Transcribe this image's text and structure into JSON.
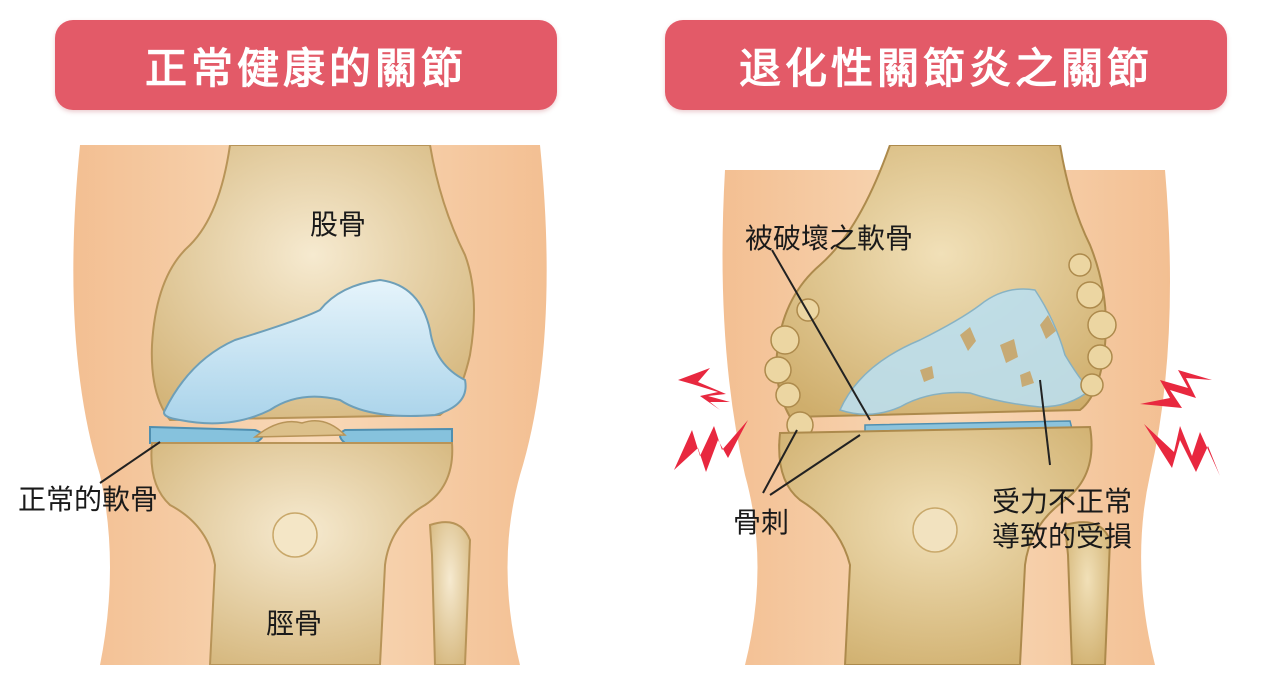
{
  "panels": {
    "left": {
      "title": "正常健康的關節",
      "labels": {
        "femur": "股骨",
        "tibia": "脛骨",
        "normal_cartilage": "正常的軟骨"
      }
    },
    "right": {
      "title": "退化性關節炎之關節",
      "labels": {
        "damaged_cartilage": "被破壞之軟骨",
        "bone_spur": "骨刺",
        "abnormal_force_line1": "受力不正常",
        "abnormal_force_line2": "導致的受損"
      }
    }
  },
  "colors": {
    "banner": "#e35a68",
    "banner_text": "#ffffff",
    "skin": "#f4c79c",
    "bone": "#e8d2a0",
    "bone_shadow": "#c9a86a",
    "cartilage": "#bfe0f2",
    "meniscus": "#7fbcd8",
    "pain_icon": "#e8283f"
  }
}
